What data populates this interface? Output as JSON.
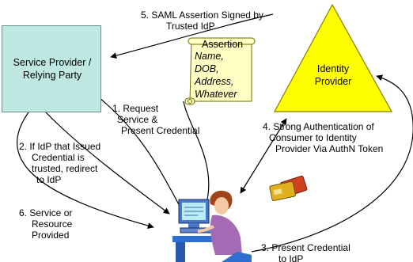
{
  "diagram": {
    "service_provider": {
      "line1": "Service Provider /",
      "line2": "Relying Party"
    },
    "identity_provider": {
      "line1": "Identity",
      "line2": "Provider"
    },
    "assertion": {
      "title": "Assertion",
      "fields": [
        "Name,",
        "DOB,",
        "Address,",
        "Whatever"
      ]
    },
    "steps": {
      "step1": [
        "1. Request",
        "Service &",
        "Present Credential"
      ],
      "step2": [
        "2. If IdP that Issued",
        "Credential is",
        "trusted, redirect",
        "to IdP"
      ],
      "step3": [
        "3. Present Credential",
        "to IdP"
      ],
      "step4": [
        "4. Strong Authentication of",
        "Consumer to Identity",
        "Provider Via AuthN Token"
      ],
      "step5": [
        "5.   SAML Assertion Signed by",
        "Trusted IdP"
      ],
      "step6": [
        "6. Service or",
        "Resource",
        "Provided"
      ]
    },
    "colors": {
      "service_provider_fill": "#bfe8e3",
      "identity_provider_fill": "#ffff00",
      "assertion_scroll_fill": "#ffffc4"
    },
    "icons": [
      "user-at-computer-icon",
      "credential-cards-icon"
    ]
  }
}
